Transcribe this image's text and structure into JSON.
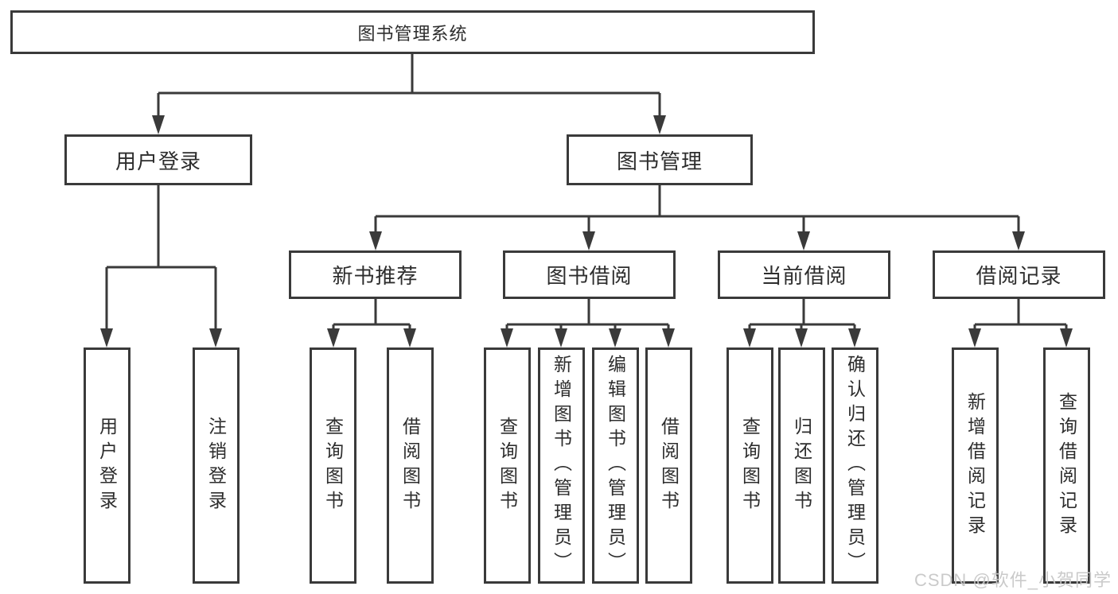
{
  "diagram": {
    "title": "图书管理系统",
    "colors": {
      "line": "#3a3a3a",
      "text": "#2d2d2d",
      "background": "#ffffff",
      "watermark": "#c8c8c8"
    },
    "root": {
      "label": "图书管理系统"
    },
    "branches": [
      {
        "id": "user-login",
        "label": "用户登录"
      },
      {
        "id": "book-management",
        "label": "图书管理"
      }
    ],
    "sections": [
      {
        "id": "new-book-recommend",
        "label": "新书推荐"
      },
      {
        "id": "book-borrow",
        "label": "图书借阅"
      },
      {
        "id": "current-borrow",
        "label": "当前借阅"
      },
      {
        "id": "borrow-record",
        "label": "借阅记录"
      }
    ],
    "leaves": [
      {
        "id": "user-login-leaf",
        "parent": "user-login",
        "label": "用户登录"
      },
      {
        "id": "logout",
        "parent": "user-login",
        "label": "注销登录"
      },
      {
        "id": "query-book-1",
        "parent": "new-book-recommend",
        "label": "查询图书"
      },
      {
        "id": "borrow-book-1",
        "parent": "new-book-recommend",
        "label": "借阅图书"
      },
      {
        "id": "query-book-2",
        "parent": "book-borrow",
        "label": "查询图书"
      },
      {
        "id": "add-book",
        "parent": "book-borrow",
        "label": "新增图书（管理员）"
      },
      {
        "id": "edit-book",
        "parent": "book-borrow",
        "label": "编辑图书（管理员）"
      },
      {
        "id": "borrow-book-2",
        "parent": "book-borrow",
        "label": "借阅图书"
      },
      {
        "id": "query-book-3",
        "parent": "current-borrow",
        "label": "查询图书"
      },
      {
        "id": "return-book",
        "parent": "current-borrow",
        "label": "归还图书"
      },
      {
        "id": "confirm-return",
        "parent": "current-borrow",
        "label": "确认归还（管理员）"
      },
      {
        "id": "add-borrow-record",
        "parent": "borrow-record",
        "label": "新增借阅记录"
      },
      {
        "id": "query-borrow-record",
        "parent": "borrow-record",
        "label": "查询借阅记录"
      }
    ],
    "watermark": "CSDN @软件_小贺同学"
  }
}
